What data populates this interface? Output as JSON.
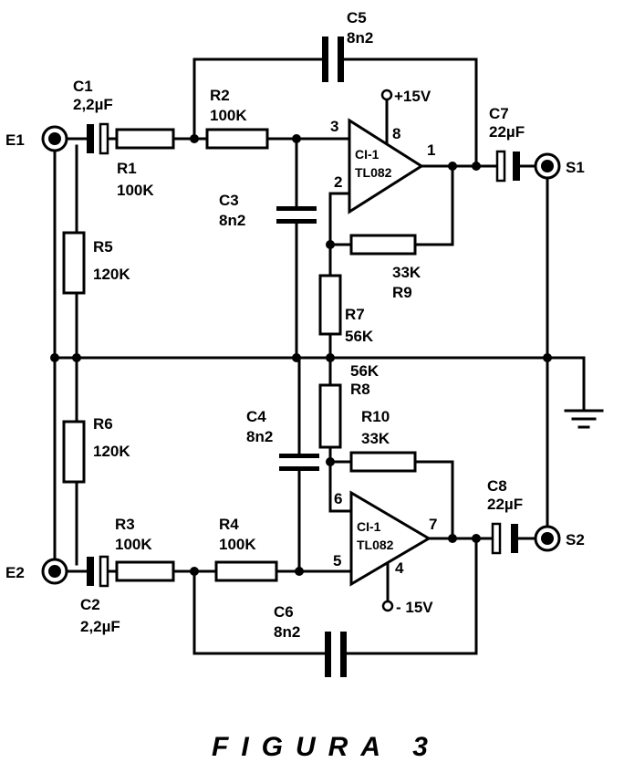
{
  "caption": "FIGURA 3",
  "connectors": {
    "e1": "E1",
    "e2": "E2",
    "s1": "S1",
    "s2": "S2"
  },
  "capacitors": {
    "c1": {
      "name": "C1",
      "value": "2,2µF"
    },
    "c2": {
      "name": "C2",
      "value": "2,2µF"
    },
    "c3": {
      "name": "C3",
      "value": "8n2"
    },
    "c4": {
      "name": "C4",
      "value": "8n2"
    },
    "c5": {
      "name": "C5",
      "value": "8n2"
    },
    "c6": {
      "name": "C6",
      "value": "8n2"
    },
    "c7": {
      "name": "C7",
      "value": "22µF"
    },
    "c8": {
      "name": "C8",
      "value": "22µF"
    }
  },
  "resistors": {
    "r1": {
      "name": "R1",
      "value": "100K"
    },
    "r2": {
      "name": "R2",
      "value": "100K"
    },
    "r3": {
      "name": "R3",
      "value": "100K"
    },
    "r4": {
      "name": "R4",
      "value": "100K"
    },
    "r5": {
      "name": "R5",
      "value": "120K"
    },
    "r6": {
      "name": "R6",
      "value": "120K"
    },
    "r7": {
      "name": "R7",
      "value": "56K"
    },
    "r8": {
      "name": "R8",
      "value": "56K"
    },
    "r9": {
      "name": "R9",
      "value": "33K"
    },
    "r10": {
      "name": "R10",
      "value": "33K"
    }
  },
  "opamps": {
    "top": {
      "ref": "CI-1",
      "part": "TL082",
      "pin_in_plus": "3",
      "pin_in_minus": "2",
      "pin_out": "1",
      "pin_supply": "8"
    },
    "bottom": {
      "ref": "CI-1",
      "part": "TL082",
      "pin_in_plus": "5",
      "pin_in_minus": "6",
      "pin_out": "7",
      "pin_supply": "4"
    }
  },
  "supply": {
    "positive": "+15V",
    "negative": "- 15V"
  }
}
